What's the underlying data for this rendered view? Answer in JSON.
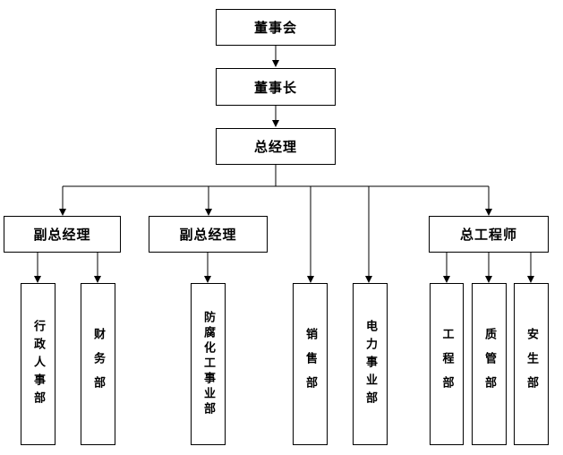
{
  "org_chart": {
    "board": "董事会",
    "chairman": "董事长",
    "general_manager": "总经理",
    "deputy_gm_1": "副总经理",
    "deputy_gm_2": "副总经理",
    "chief_engineer": "总工程师",
    "departments": {
      "hr_admin": "行政人事部",
      "finance": "财务部",
      "anticorrosion_chemical": "防腐化工事业部",
      "sales": "销售部",
      "electric_power": "电力事业部",
      "engineering": "工程部",
      "quality": "质管部",
      "safety": "安生部"
    }
  }
}
